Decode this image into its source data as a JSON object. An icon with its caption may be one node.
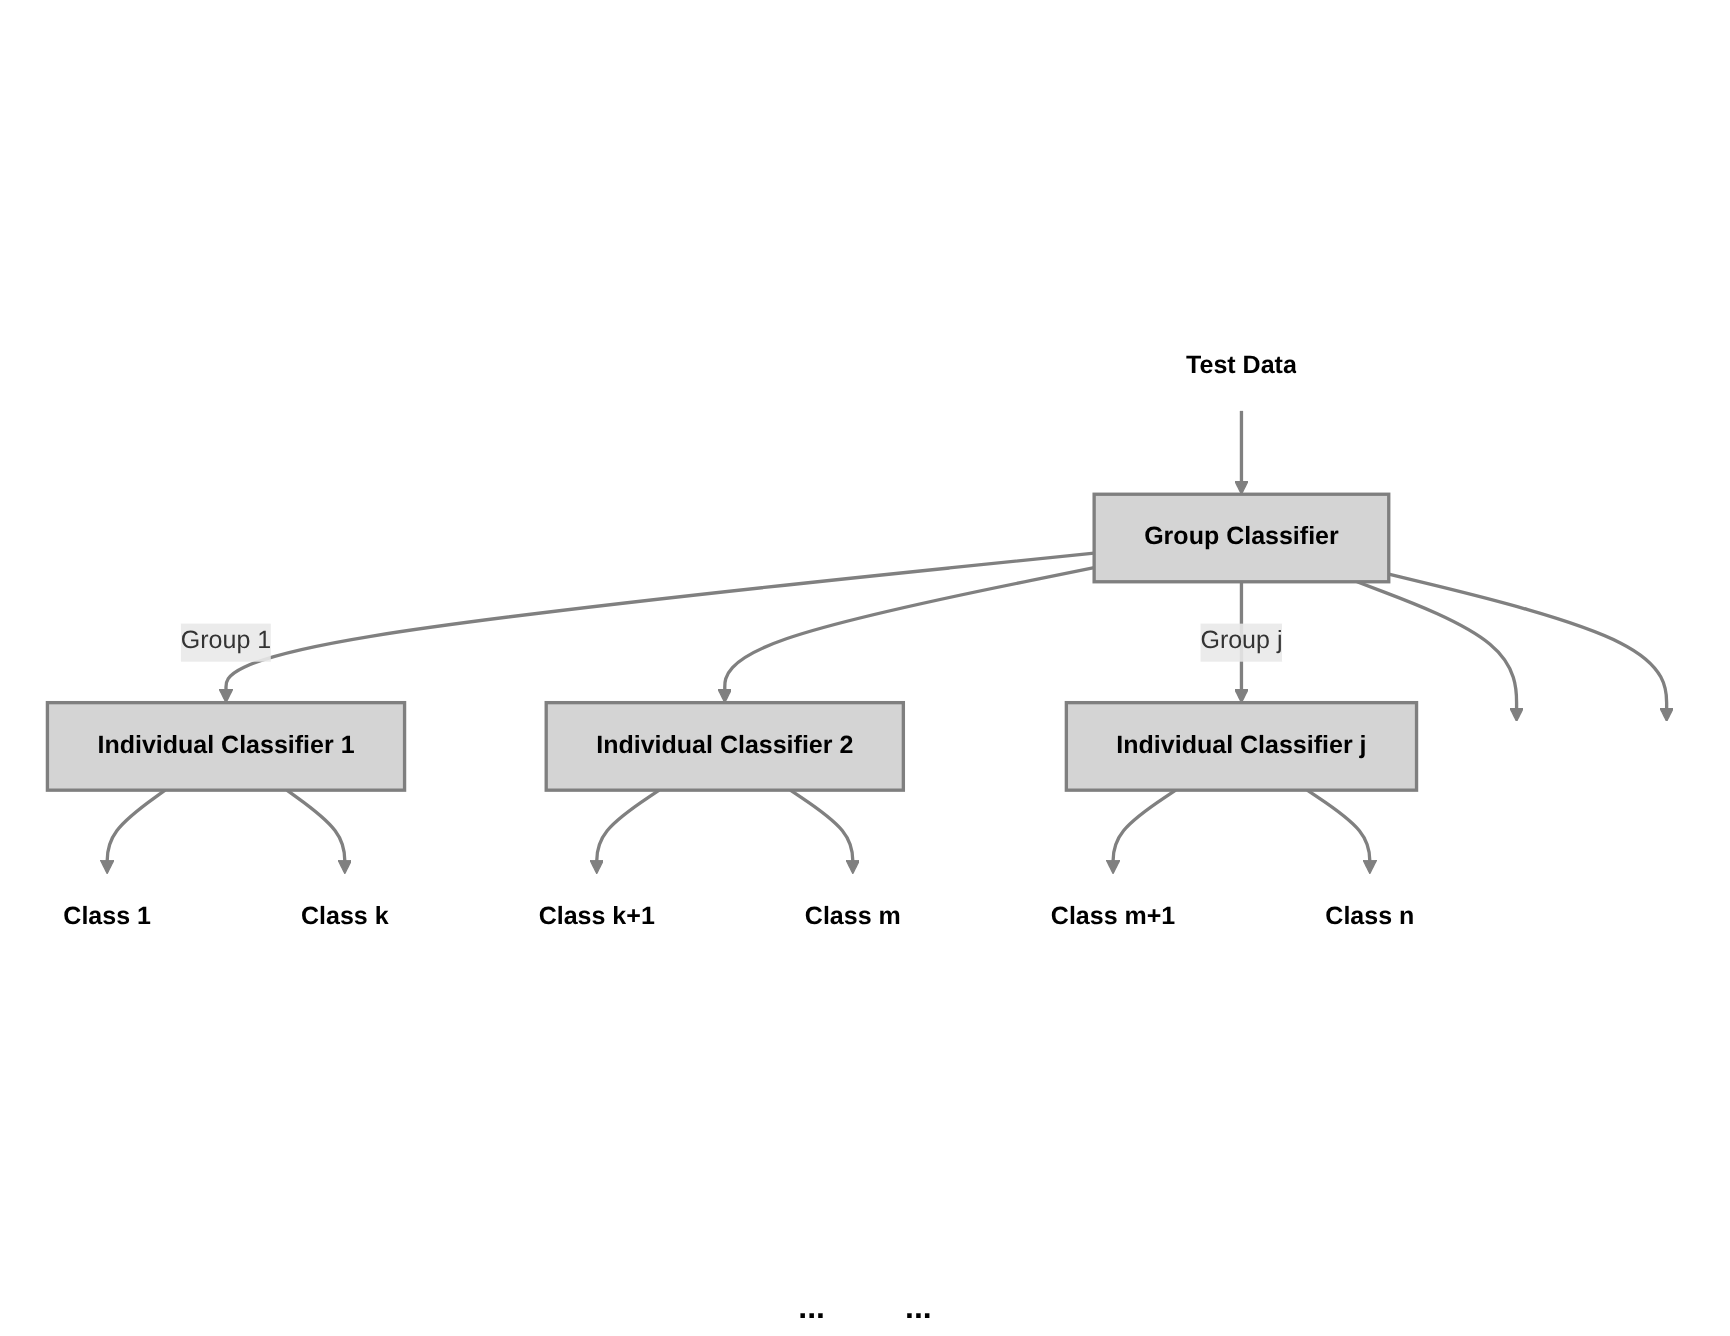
{
  "diagram": {
    "nodes": [
      {
        "text": [
          "Test Data"
        ]
      },
      {
        "text": [
          "Group Classifier"
        ]
      },
      {
        "text": [
          "Individual Classifier 1"
        ]
      },
      {
        "text": [
          "Individual Classifier 2"
        ]
      },
      {
        "text": [
          "Individual Classifier j"
        ]
      },
      {
        "text": [
          "Class 1"
        ]
      },
      {
        "text": [
          "Class k"
        ]
      },
      {
        "text": [
          "Class k+1"
        ]
      },
      {
        "text": [
          "Class m"
        ]
      },
      {
        "text": [
          "Class m+1"
        ]
      },
      {
        "text": [
          "Class n"
        ]
      }
    ],
    "edges": [
      {
        "from": 0,
        "to": 1,
        "arrow": "to"
      },
      {
        "from": 1,
        "to": 2,
        "arrow": "to",
        "label": "Group 1"
      },
      {
        "from": 1,
        "to": 3,
        "arrow": "to"
      },
      {
        "from": 1,
        "to": null,
        "arrow": "to"
      },
      {
        "from": 1,
        "to": null,
        "arrow": "to"
      },
      {
        "from": 1,
        "to": 4,
        "arrow": "to",
        "label": "Group j"
      },
      {
        "from": 2,
        "to": 5,
        "arrow": "to"
      },
      {
        "from": 2,
        "to": 6,
        "arrow": "to"
      },
      {
        "from": 3,
        "to": 7,
        "arrow": "to"
      },
      {
        "from": 3,
        "to": 8,
        "arrow": "to"
      },
      {
        "from": 4,
        "to": 9,
        "arrow": "to"
      },
      {
        "from": 4,
        "to": 10,
        "arrow": "to"
      }
    ],
    "labels": [
      "...",
      "..."
    ]
  }
}
